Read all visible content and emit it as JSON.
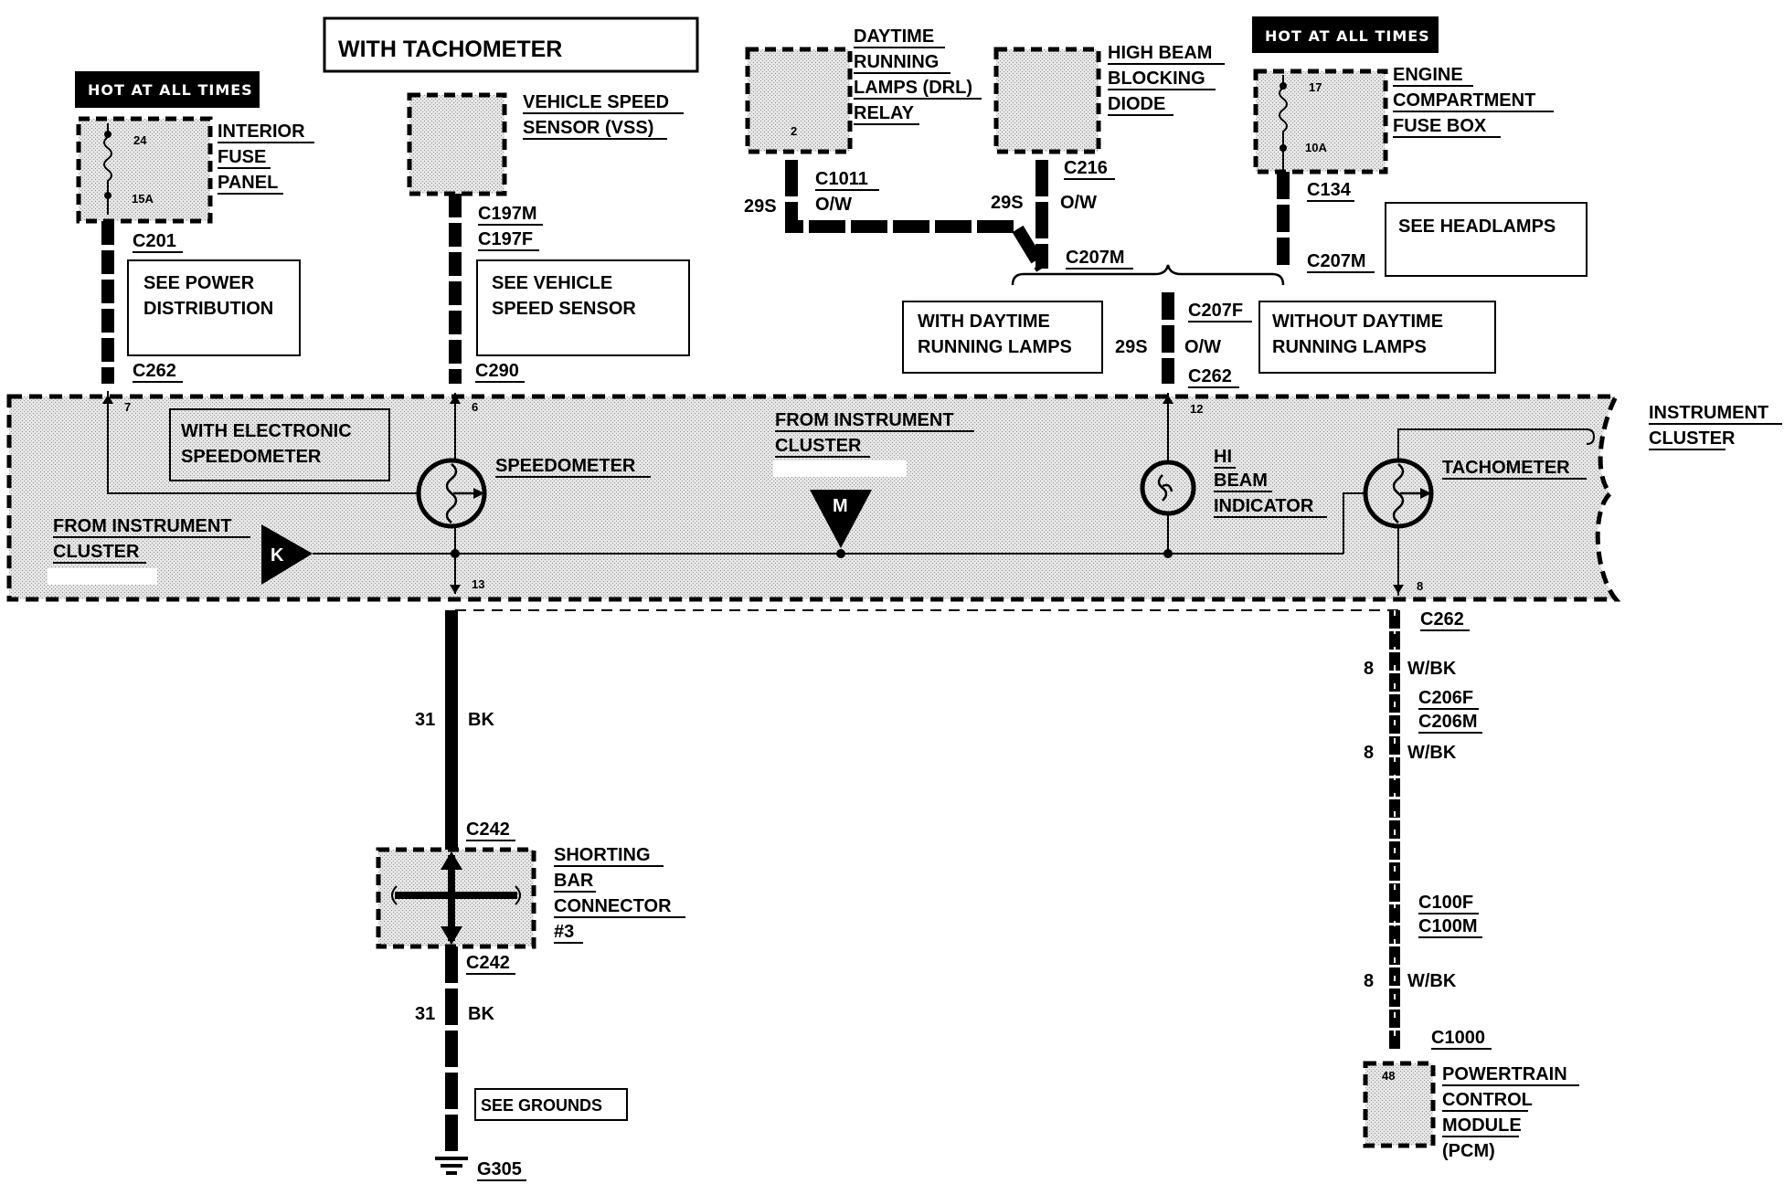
{
  "title": "WITH TACHOMETER",
  "hot_label": "HOT AT ALL TIMES",
  "interior_fuse": {
    "line1": "INTERIOR",
    "line2": "FUSE",
    "line3": "PANEL",
    "pin_top": "24",
    "rating": "15A"
  },
  "vss": {
    "line1": "VEHICLE SPEED",
    "line2": "SENSOR (VSS)"
  },
  "drl_relay": {
    "line1": "DAYTIME",
    "line2": "RUNNING",
    "line3": "LAMPS (DRL)",
    "line4": "RELAY",
    "pin": "2"
  },
  "hb_diode": {
    "line1": "HIGH BEAM",
    "line2": "BLOCKING",
    "line3": "DIODE"
  },
  "engine_fuse": {
    "line1": "ENGINE",
    "line2": "COMPARTMENT",
    "line3": "FUSE BOX",
    "pin_top": "17",
    "rating": "10A"
  },
  "connectors": {
    "c201": "C201",
    "c262": "C262",
    "c197m": "C197M",
    "c197f": "C197F",
    "c290": "C290",
    "c1011": "C1011",
    "c216": "C216",
    "c134": "C134",
    "c207m": "C207M",
    "c207f": "C207F",
    "c206f": "C206F",
    "c206m": "C206M",
    "c100f": "C100F",
    "c100m": "C100M",
    "c1000": "C1000",
    "c242": "C242",
    "g305": "G305"
  },
  "wires": {
    "circuit_29s": "29S",
    "color_ow": "O/W",
    "circuit_31": "31",
    "color_bk": "BK",
    "circuit_8": "8",
    "color_wbk": "W/BK"
  },
  "notes": {
    "see_power_1": "SEE POWER",
    "see_power_2": "DISTRIBUTION",
    "see_vss_1": "SEE VEHICLE",
    "see_vss_2": "SPEED SENSOR",
    "see_headlamps": "SEE HEADLAMPS",
    "with_drl_1": "WITH DAYTIME",
    "with_drl_2": "RUNNING LAMPS",
    "without_drl_1": "WITHOUT DAYTIME",
    "without_drl_2": "RUNNING LAMPS",
    "with_elec_1": "WITH ELECTRONIC",
    "with_elec_2": "SPEEDOMETER",
    "see_grounds": "SEE GROUNDS"
  },
  "cluster": {
    "name_1": "INSTRUMENT",
    "name_2": "CLUSTER",
    "from_1": "FROM INSTRUMENT",
    "from_2": "CLUSTER",
    "speedometer": "SPEEDOMETER",
    "tachometer": "TACHOMETER",
    "hi_1": "HI",
    "hi_2": "BEAM",
    "hi_3": "INDICATOR",
    "marker_k": "K",
    "marker_m": "M",
    "pin_7": "7",
    "pin_6": "6",
    "pin_12": "12",
    "pin_13": "13",
    "pin_8": "8"
  },
  "shorting_bar": {
    "line1": "SHORTING",
    "line2": "BAR",
    "line3": "CONNECTOR",
    "line4": "#3"
  },
  "pcm": {
    "line1": "POWERTRAIN",
    "line2": "CONTROL",
    "line3": "MODULE",
    "line4": "(PCM)",
    "pin": "48"
  }
}
